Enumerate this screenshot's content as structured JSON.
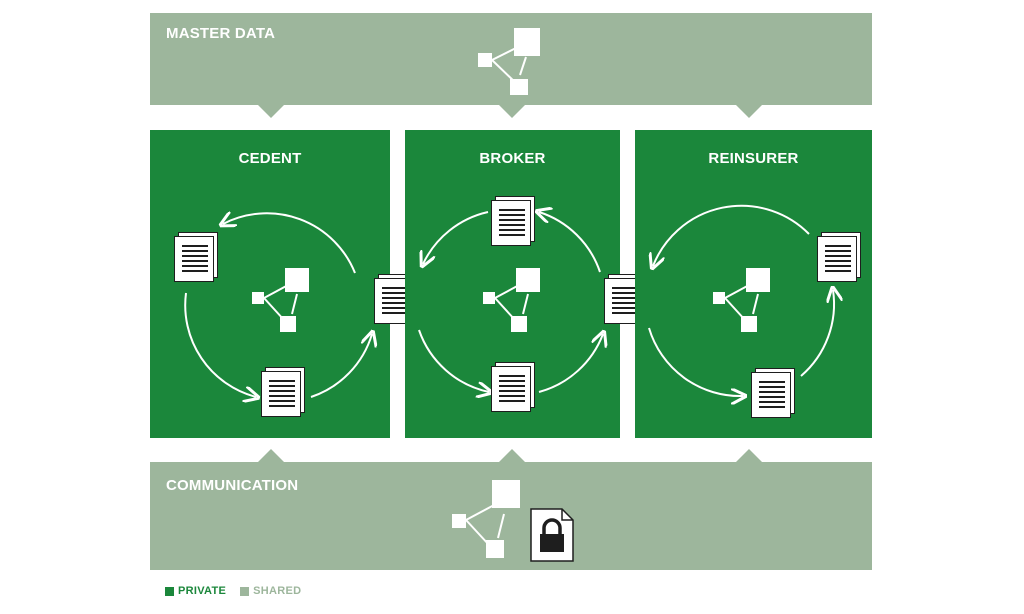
{
  "master_data": {
    "title": "MASTER DATA",
    "network_icon": "network-nodes-icon"
  },
  "parties": [
    {
      "title": "CEDENT"
    },
    {
      "title": "BROKER"
    },
    {
      "title": "REINSURER"
    }
  ],
  "communication": {
    "title": "COMMUNICATION",
    "network_icon": "network-nodes-icon",
    "lock_icon": "locked-document-icon"
  },
  "legend": {
    "private_label": "PRIVATE",
    "shared_label": "SHARED"
  },
  "colors": {
    "private": "#1b873b",
    "shared": "#9db69c"
  }
}
